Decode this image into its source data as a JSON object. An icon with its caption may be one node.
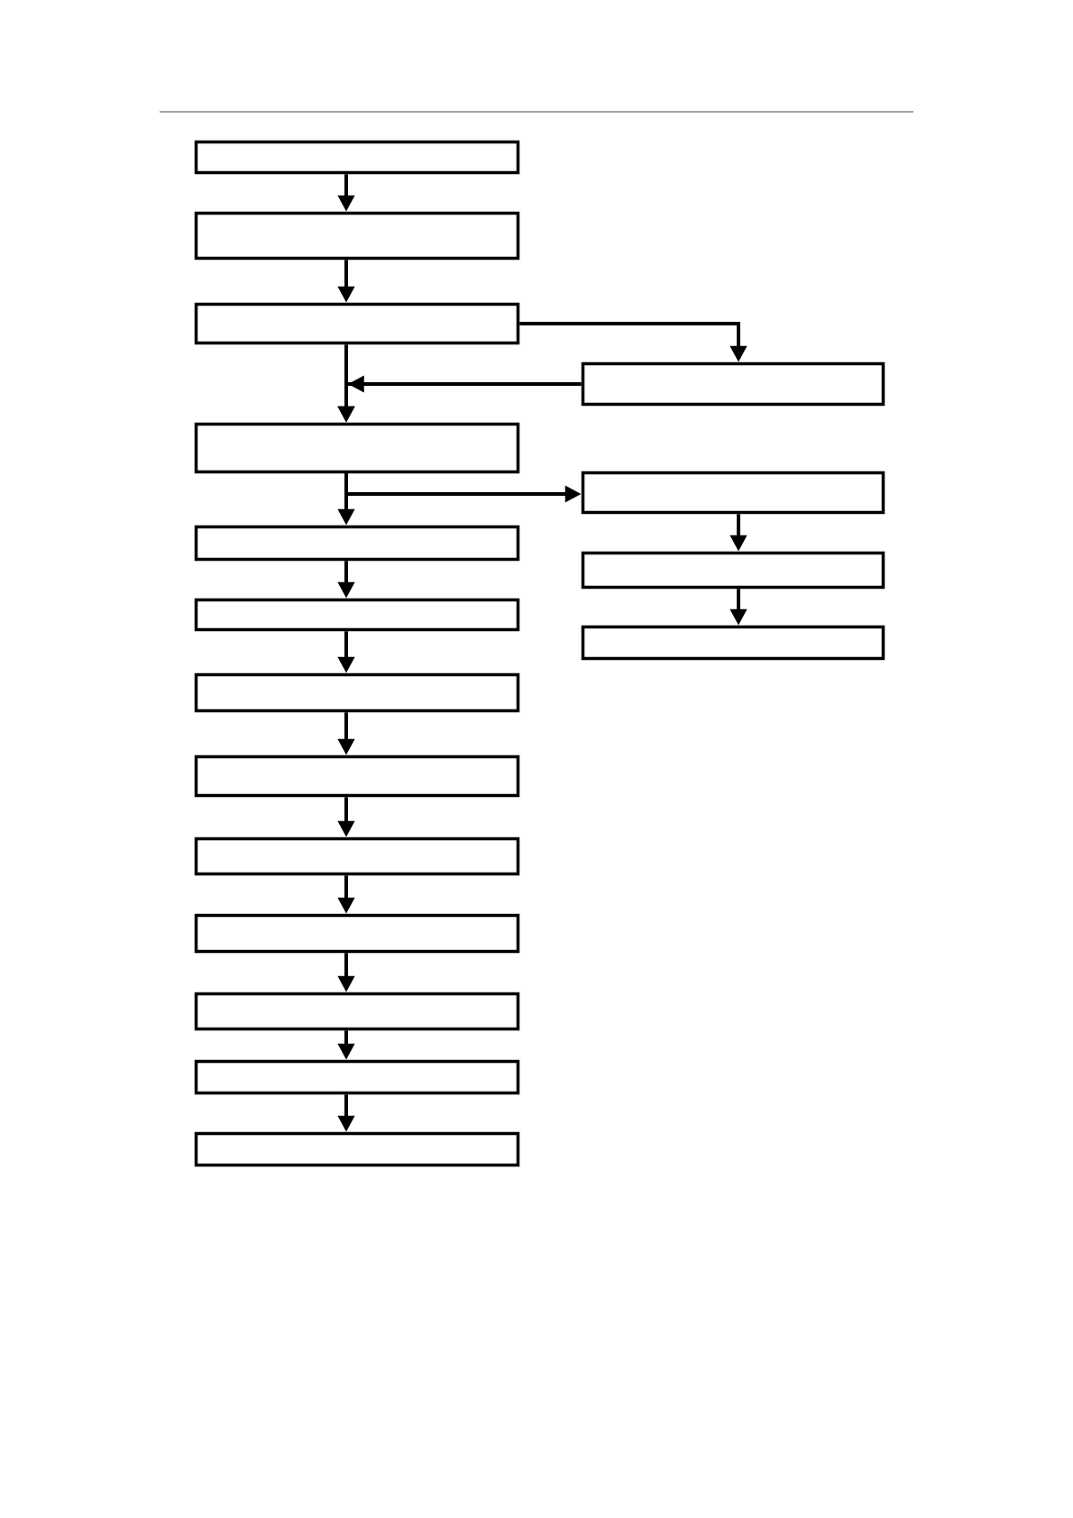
{
  "diagram": {
    "nodes": [
      {
        "text": [],
        "shape": "box"
      },
      {
        "text": [],
        "shape": "box"
      },
      {
        "text": [],
        "shape": "box"
      },
      {
        "text": [],
        "shape": "box"
      },
      {
        "text": [],
        "shape": "box"
      },
      {
        "text": [],
        "shape": "box"
      },
      {
        "text": [],
        "shape": "box"
      },
      {
        "text": [],
        "shape": "box"
      },
      {
        "text": [],
        "shape": "box"
      },
      {
        "text": [],
        "shape": "box"
      },
      {
        "text": [],
        "shape": "box"
      },
      {
        "text": [],
        "shape": "box"
      },
      {
        "text": [],
        "shape": "box"
      },
      {
        "text": [],
        "shape": "box"
      },
      {
        "text": [],
        "shape": "box"
      },
      {
        "text": [],
        "shape": "box"
      },
      {
        "text": [],
        "shape": "box"
      }
    ],
    "edges": [
      {
        "from": 0,
        "to": 1,
        "arrow": "to"
      },
      {
        "from": 1,
        "to": 2,
        "arrow": "to"
      },
      {
        "from": 2,
        "to": 3,
        "arrow": "to"
      },
      {
        "from": 2,
        "to": 4,
        "arrow": "to"
      },
      {
        "from": 3,
        "to": 4,
        "arrow": "to"
      },
      {
        "from": 4,
        "to": 5,
        "arrow": "to"
      },
      {
        "from": 4,
        "to": 6,
        "arrow": "to"
      },
      {
        "from": 5,
        "to": 7,
        "arrow": "to"
      },
      {
        "from": 7,
        "to": 9,
        "arrow": "to"
      },
      {
        "from": 6,
        "to": 8,
        "arrow": "to"
      },
      {
        "from": 8,
        "to": 10,
        "arrow": "to"
      },
      {
        "from": 10,
        "to": 11,
        "arrow": "to"
      },
      {
        "from": 11,
        "to": 12,
        "arrow": "to"
      },
      {
        "from": 12,
        "to": 13,
        "arrow": "to"
      },
      {
        "from": 13,
        "to": 14,
        "arrow": "to"
      },
      {
        "from": 14,
        "to": 15,
        "arrow": "to"
      },
      {
        "from": 15,
        "to": 16,
        "arrow": "to"
      }
    ]
  }
}
